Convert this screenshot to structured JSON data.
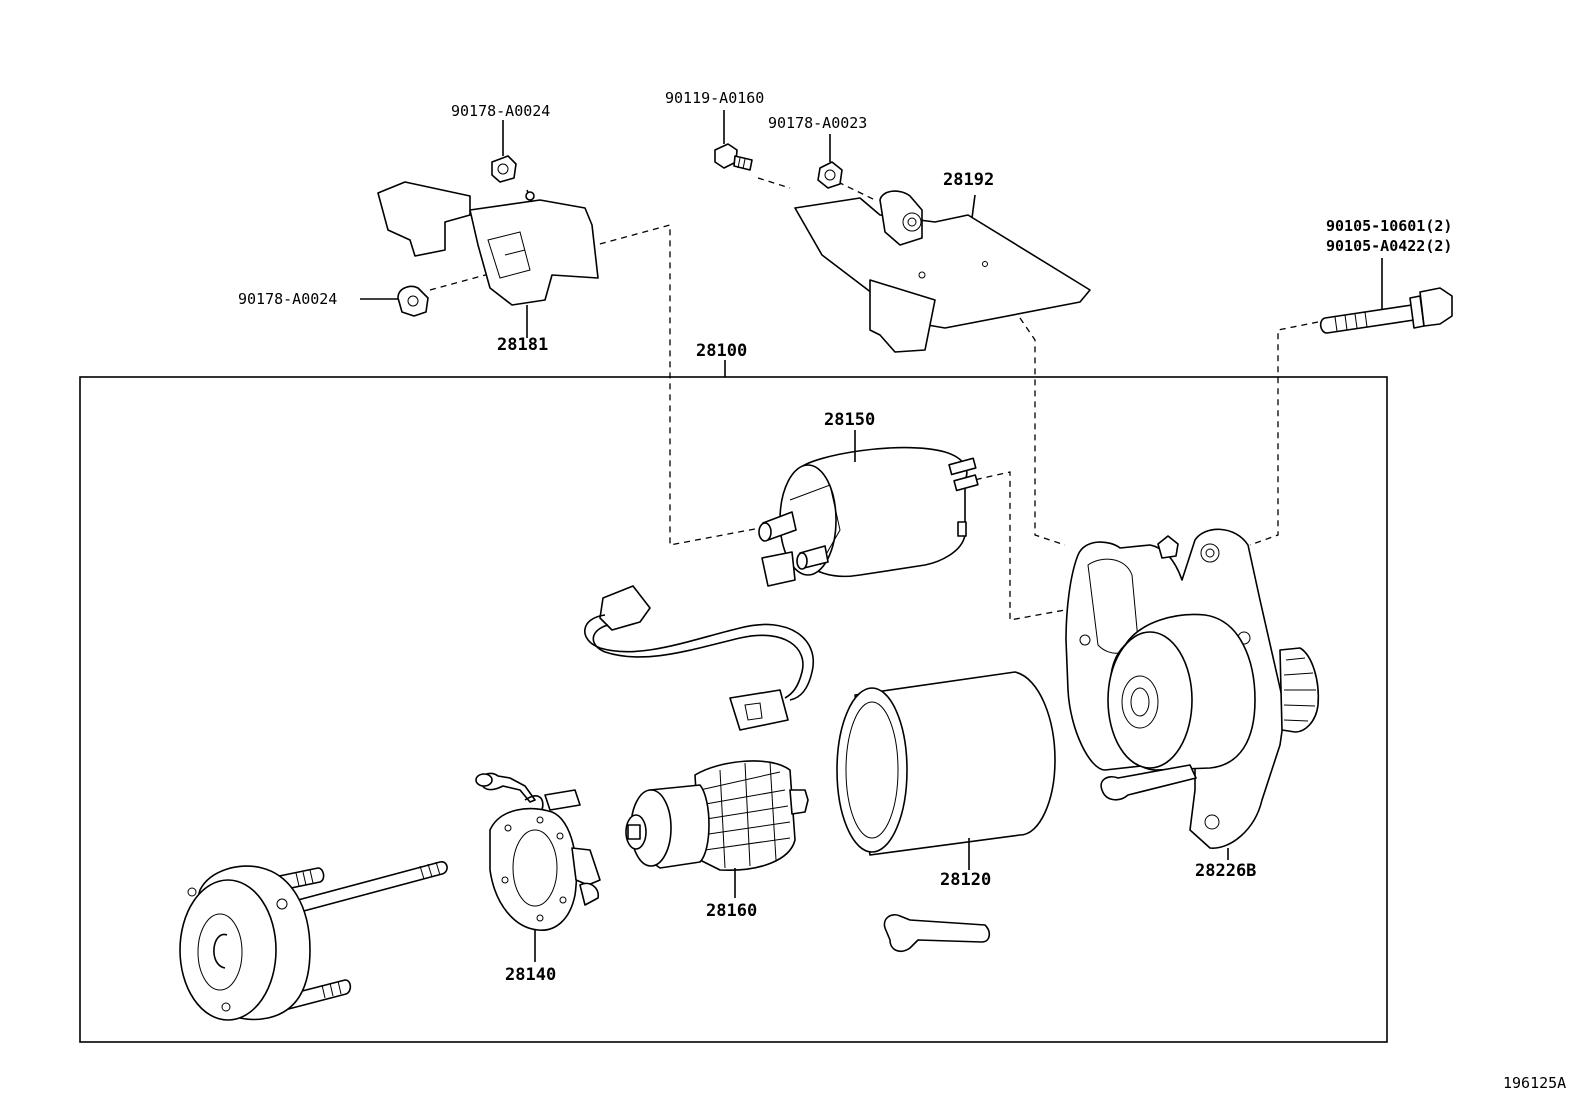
{
  "diagram": {
    "ref_id": "196125A",
    "assembly_label": "28100",
    "parts": {
      "p90178_a0024_top": "90178-A0024",
      "p90178_a0024_left": "90178-A0024",
      "p90119_a0160": "90119-A0160",
      "p90178_a0023": "90178-A0023",
      "p28192": "28192",
      "p90105_10601": "90105-10601(2)",
      "p90105_a0422": "90105-A0422(2)",
      "p28181": "28181",
      "p28150": "28150",
      "p28120": "28120",
      "p28226b": "28226B",
      "p28160": "28160",
      "p28140": "28140"
    }
  }
}
